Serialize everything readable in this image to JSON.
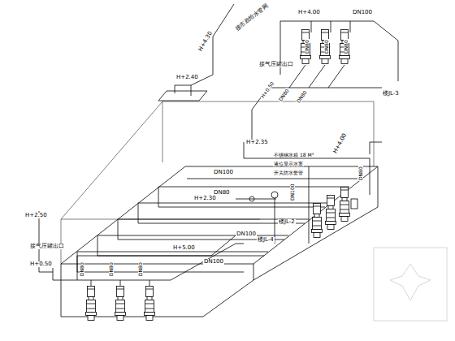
{
  "diagram": {
    "labels": [
      "接市政给水管网",
      "H+4.30",
      "H+4.00",
      "DN100",
      "DN80",
      "DN80",
      "DN80",
      "接气压罐出口",
      "H+2.40",
      "H+0.50",
      "DN80",
      "DN80",
      "楼JL-3",
      "H+2.35",
      "不锈钢水箱 18 M³",
      "液位显示水泵",
      "开关防水套管",
      "H+4.00",
      "DN100",
      "DN80",
      "H+2.30",
      "DN80",
      "楼JL-2",
      "楼JL-4",
      "H+5.00",
      "DN100",
      "DN100",
      "H+2.50",
      "接气压罐出口",
      "H+0.50",
      "DN80",
      "DN80",
      "DN80",
      "DN100"
    ]
  }
}
